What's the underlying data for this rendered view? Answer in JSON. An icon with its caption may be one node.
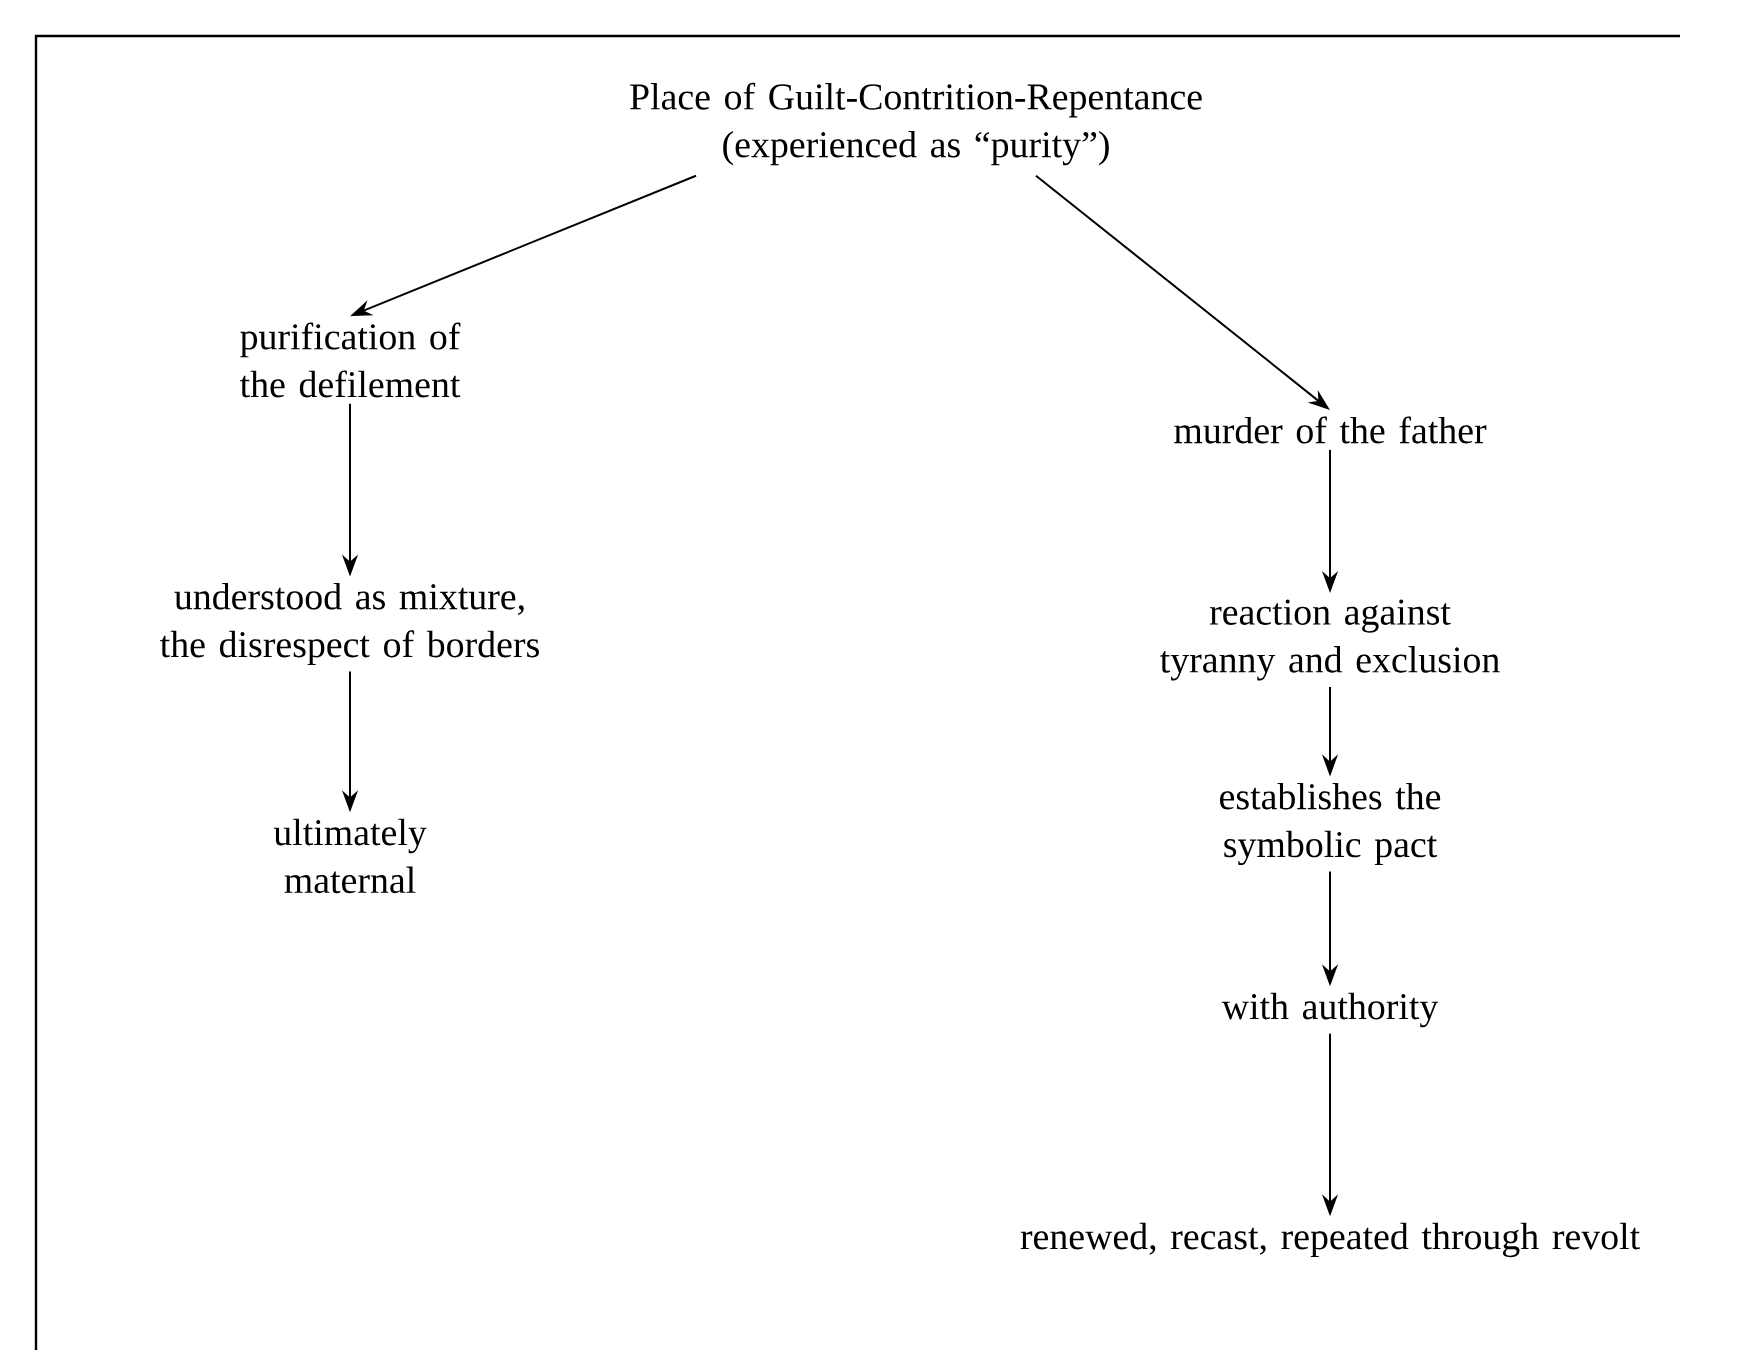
{
  "diagram": {
    "nodes": [
      {
        "text": [
          "Place of Guilt-Contrition-Repentance",
          "(experienced as “purity”)"
        ]
      },
      {
        "text": [
          "purification of the defilement"
        ]
      },
      {
        "text": [
          "understood as mixture, the disrespect of borders"
        ]
      },
      {
        "text": [
          "ultimately maternal"
        ]
      },
      {
        "text": [
          "murder of the father"
        ]
      },
      {
        "text": [
          "reaction against tyranny and exclusion"
        ]
      },
      {
        "text": [
          "establishes the symbolic pact"
        ]
      },
      {
        "text": [
          "with authority"
        ]
      },
      {
        "text": [
          "renewed, recast, repeated through revolt"
        ]
      }
    ],
    "edges": [
      {
        "from": 0,
        "to": 1,
        "arrow": "to"
      },
      {
        "from": 0,
        "to": 4,
        "arrow": "to"
      },
      {
        "from": 1,
        "to": 2,
        "arrow": "to"
      },
      {
        "from": 2,
        "to": 3,
        "arrow": "to"
      },
      {
        "from": 4,
        "to": 5,
        "arrow": "to"
      },
      {
        "from": 5,
        "to": 6,
        "arrow": "to"
      },
      {
        "from": 6,
        "to": 7,
        "arrow": "to"
      },
      {
        "from": 7,
        "to": 8,
        "arrow": "to"
      }
    ]
  }
}
